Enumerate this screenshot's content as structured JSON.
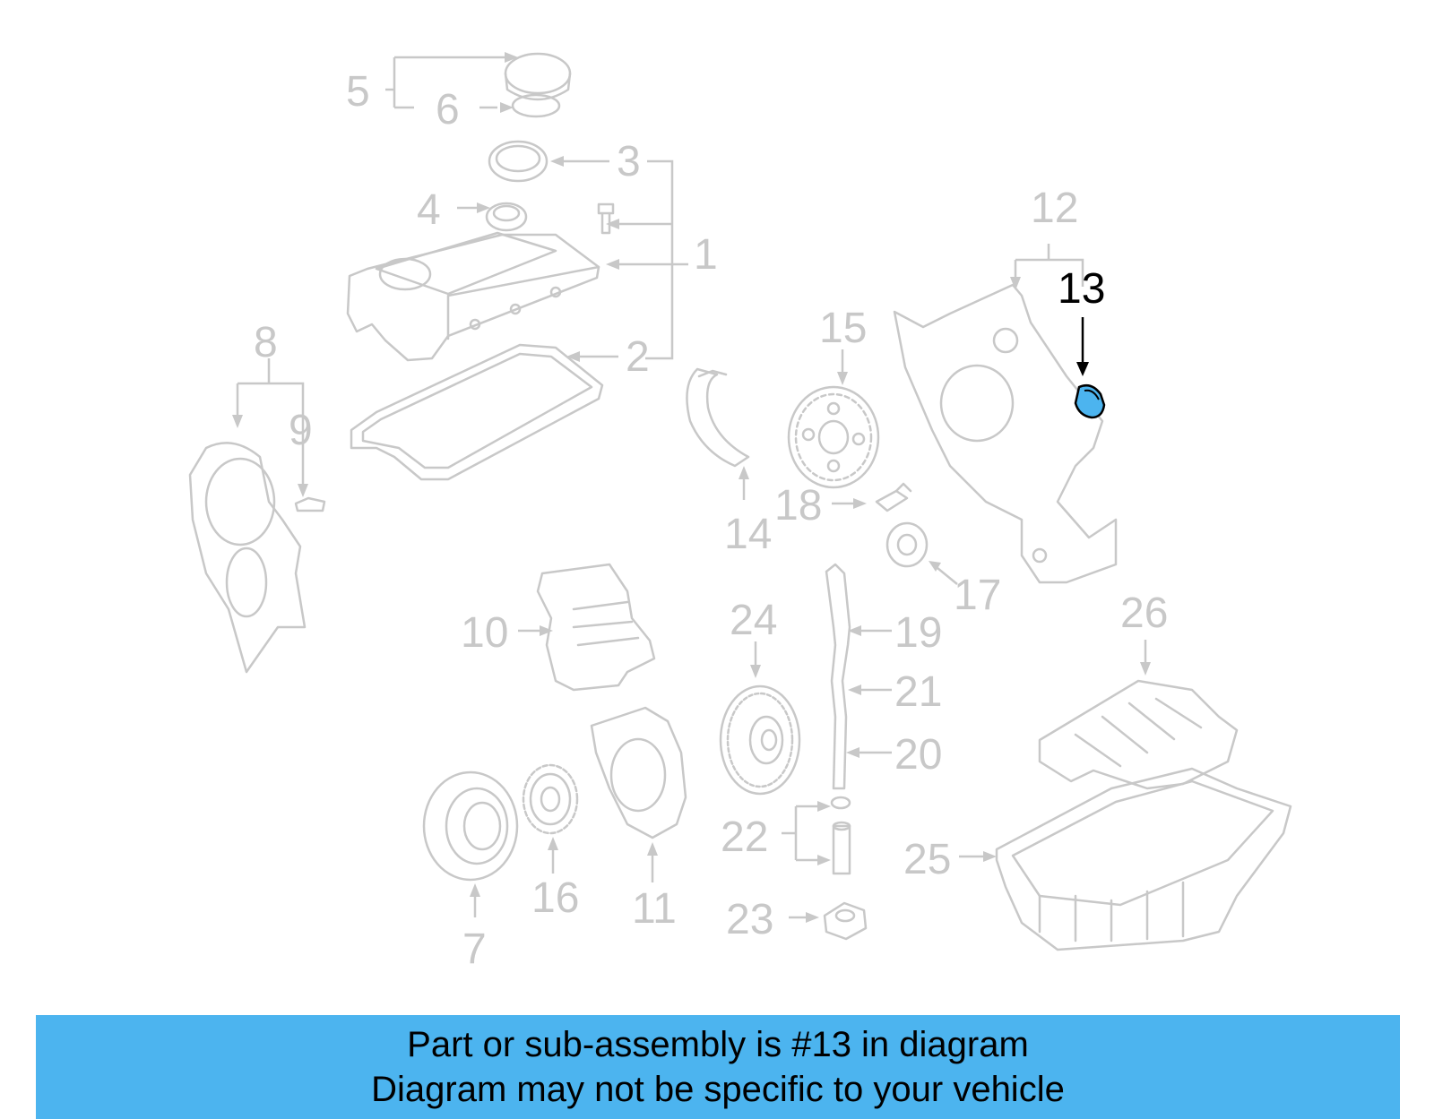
{
  "diagram": {
    "highlighted_part": "13",
    "highlight_color": "#4cb4ef",
    "callouts": {
      "c1": "1",
      "c2": "2",
      "c3": "3",
      "c4": "4",
      "c5": "5",
      "c6": "6",
      "c7": "7",
      "c8": "8",
      "c9": "9",
      "c10": "10",
      "c11": "11",
      "c12": "12",
      "c13": "13",
      "c14": "14",
      "c15": "15",
      "c16": "16",
      "c17": "17",
      "c18": "18",
      "c19": "19",
      "c20": "20",
      "c21": "21",
      "c22": "22",
      "c23": "23",
      "c24": "24",
      "c25": "25",
      "c26": "26"
    }
  },
  "banner": {
    "line1": "Part or sub-assembly is #13 in diagram",
    "line2": "Diagram may not be specific to your vehicle",
    "background": "#4cb4ef"
  }
}
